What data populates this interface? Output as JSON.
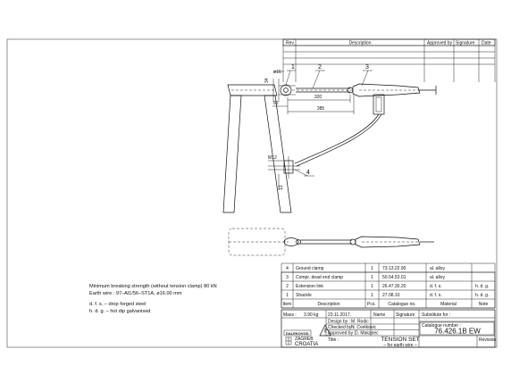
{
  "revision_header": {
    "rev": "Rev.",
    "description": "Description",
    "approved": "Approved by",
    "signature": "Signature",
    "date": "Date"
  },
  "callouts": {
    "c1": "1",
    "c2": "2",
    "c3": "3",
    "c4": "4"
  },
  "dimensions": {
    "d16": "ø16",
    "d34": "34",
    "d65": "65",
    "d320": "320",
    "d385": "385",
    "m12": "M12",
    "d13": "13"
  },
  "notes": {
    "line1": "Minimum breaking strength (without tension clamp) 80 kN",
    "line2": "Earth wire :  97–Al1/56–ST1A, ø16.00 mm",
    "line3": "d. f. s. – drop forged steel",
    "line4": "h. d. g. – hot dip galvanised"
  },
  "parts": {
    "headers": {
      "item": "Item",
      "description": "Description",
      "pcs": "Pcs.",
      "catalogue": "Catalogue no.",
      "material": "Material",
      "note": "Note"
    },
    "rows": [
      {
        "item": "4",
        "description": "Ground clamp",
        "pcs": "1",
        "catalogue": "73.13.22.90",
        "material": "al. alloy",
        "note": ""
      },
      {
        "item": "3",
        "description": "Compr. dead end clamp",
        "pcs": "1",
        "catalogue": "50.54.53.01",
        "material": "al. alloy",
        "note": ""
      },
      {
        "item": "2",
        "description": "Extension link",
        "pcs": "1",
        "catalogue": "26.47.30.20",
        "material": "d. f. s.",
        "note": "h. d. g."
      },
      {
        "item": "1",
        "description": "Shackle",
        "pcs": "1",
        "catalogue": "27.08.10",
        "material": "d. f. s.",
        "note": "h. d. g."
      }
    ]
  },
  "title_block": {
    "mass_label": "Mass :",
    "mass_value": "3.90 kg",
    "date": "23.11.2017.",
    "name_label": "Name",
    "signature_label": "Signature",
    "substitute_label": "Substitute for :",
    "design_label": "Design by :",
    "design_name": "M. Rodic",
    "checked_label": "Checked by :",
    "checked_name": "N. Cvetkovic",
    "approved_label": "Approved by :",
    "approved_name": "D. Makanec",
    "catalogue_label": "Catalogue number :",
    "catalogue_number": "76.426.1B EW",
    "company": "DALEKOVOD",
    "city": "ZAGREB",
    "country": "CROATIA",
    "title_label": "Title :",
    "title": "TENSION SET",
    "subtitle": "– for earth wire –",
    "revision_label": "Revision"
  }
}
